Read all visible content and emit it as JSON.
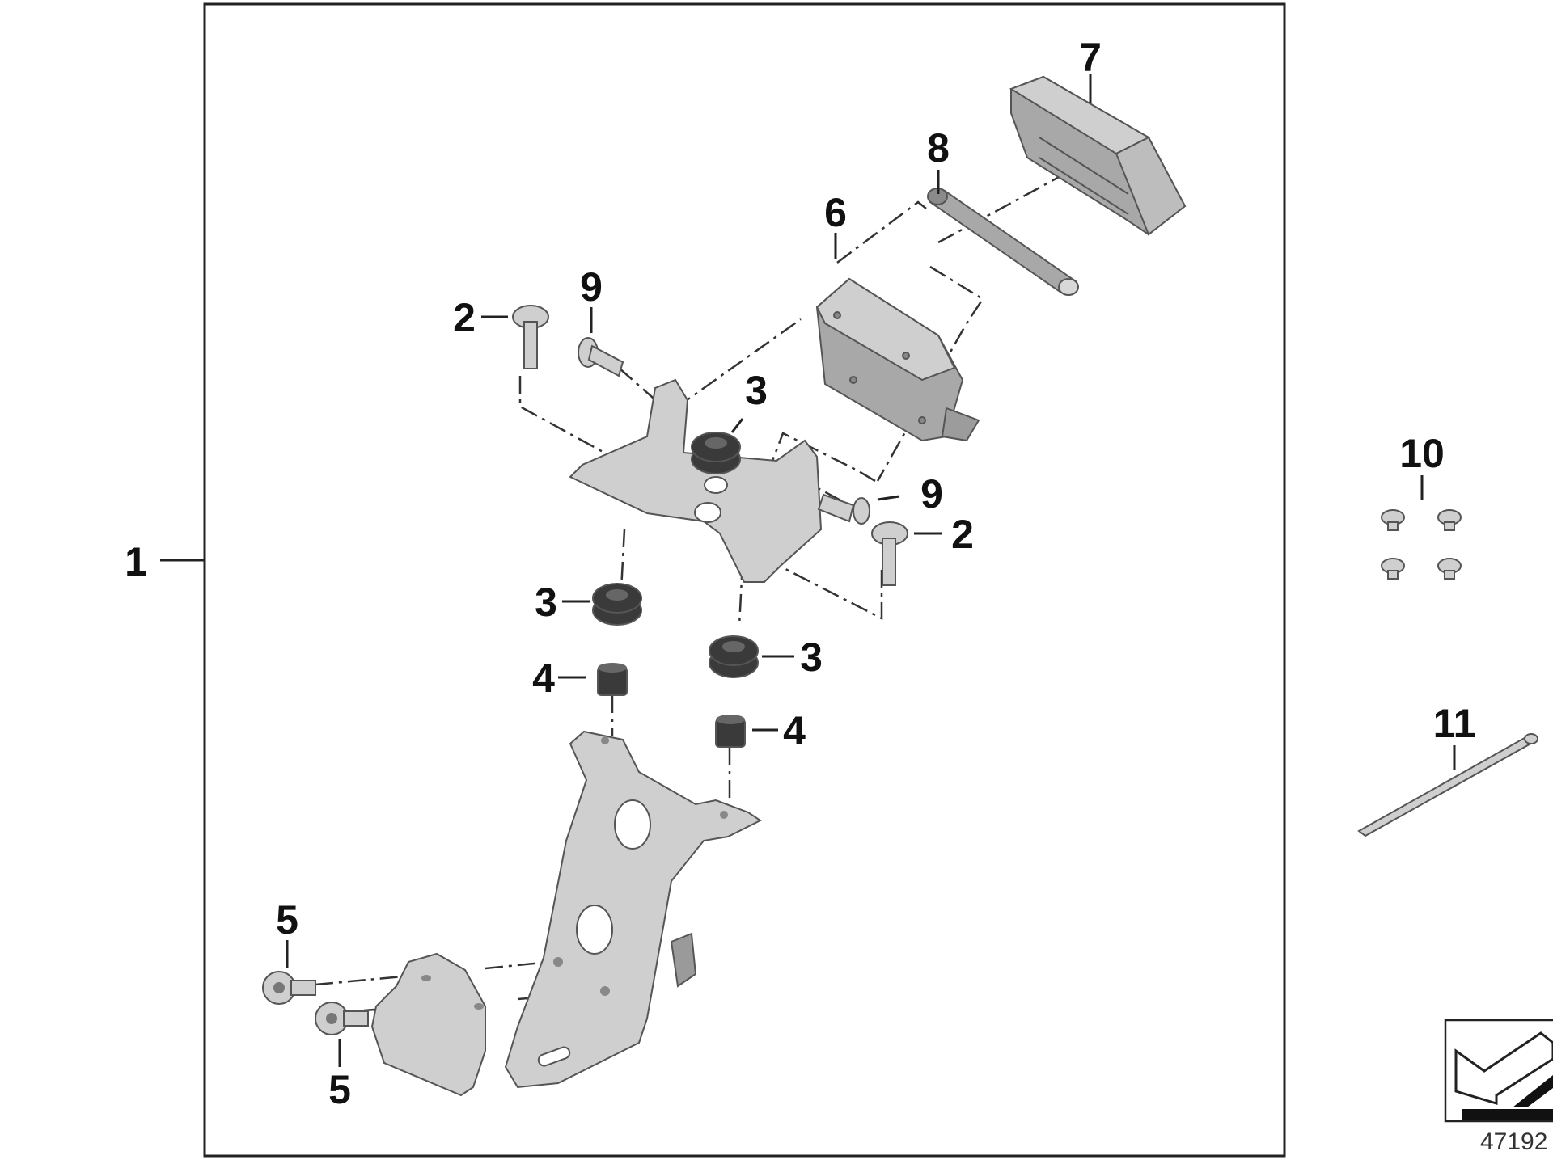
{
  "callouts": {
    "c1": "1",
    "c2a": "2",
    "c2b": "2",
    "c3a": "3",
    "c3b": "3",
    "c3c": "3",
    "c4a": "4",
    "c4b": "4",
    "c5a": "5",
    "c5b": "5",
    "c6": "6",
    "c7": "7",
    "c8": "8",
    "c9a": "9",
    "c9b": "9",
    "c10": "10",
    "c11": "11"
  },
  "drawing_number": "47192",
  "icon": "bmw-arrow-logo-icon"
}
